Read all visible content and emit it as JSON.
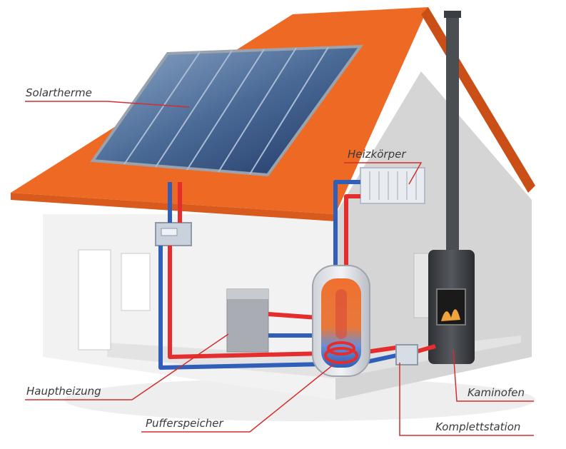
{
  "labels": {
    "solartherme": "Solartherme",
    "heizkoerper": "Heizkörper",
    "hauptheizung": "Hauptheizung",
    "pufferspeicher": "Pufferspeicher",
    "kaminofen": "Kaminofen",
    "komplettstation": "Komplettstation"
  },
  "colors": {
    "roof": "#ee6a24",
    "leader_line": "#d42e2e",
    "hot_pipe": "#e52d2d",
    "cold_pipe": "#2f5fb8",
    "wall": "#d9d9d9",
    "chimney": "#4a4d52"
  }
}
